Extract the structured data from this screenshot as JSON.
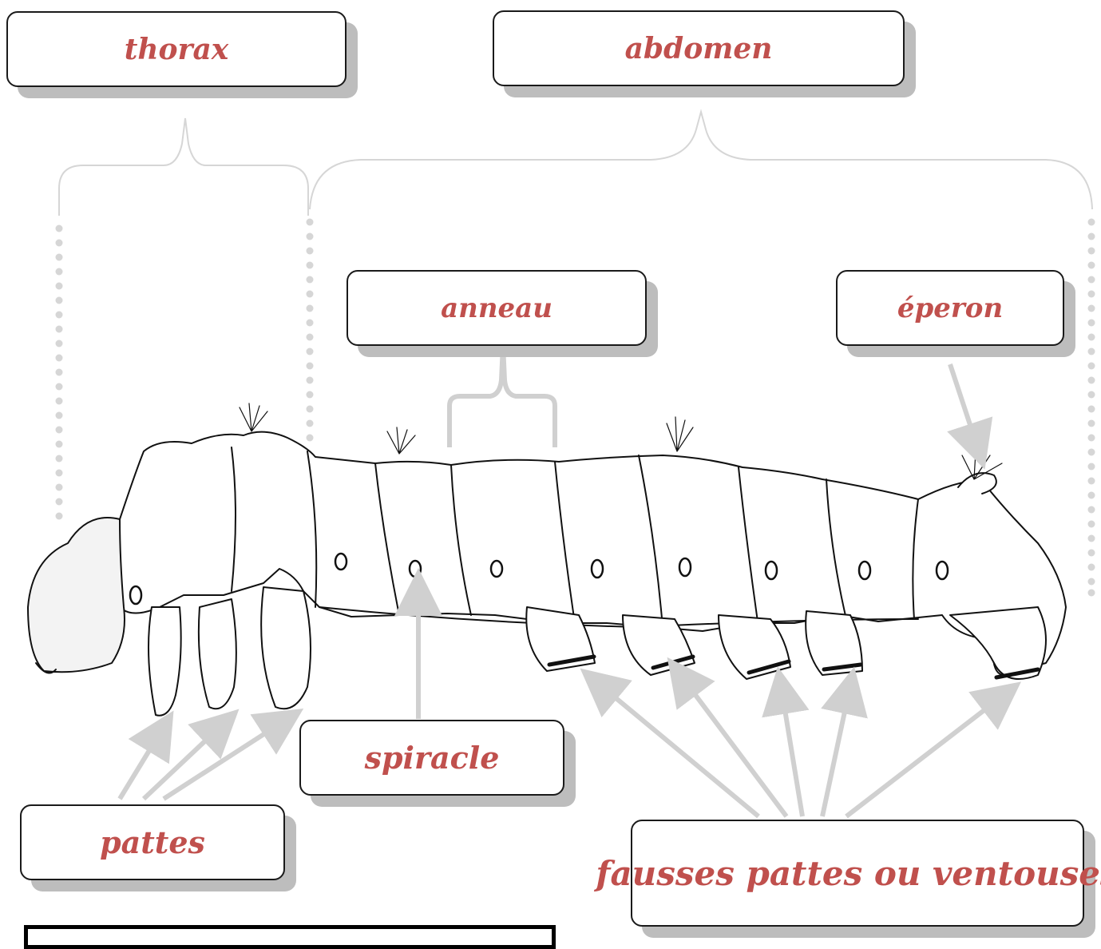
{
  "labels": {
    "thorax": "thorax",
    "abdomen": "abdomen",
    "anneau": "anneau",
    "eperon": "éperon",
    "spiracle": "spiracle",
    "pattes": "pattes",
    "fausses_pattes": "fausses pattes ou ventouses"
  },
  "colors": {
    "label_text": "#c0504d",
    "connector": "#d0d0d0",
    "outline": "#1a1a1a",
    "shadow": "#bdbdbd"
  }
}
